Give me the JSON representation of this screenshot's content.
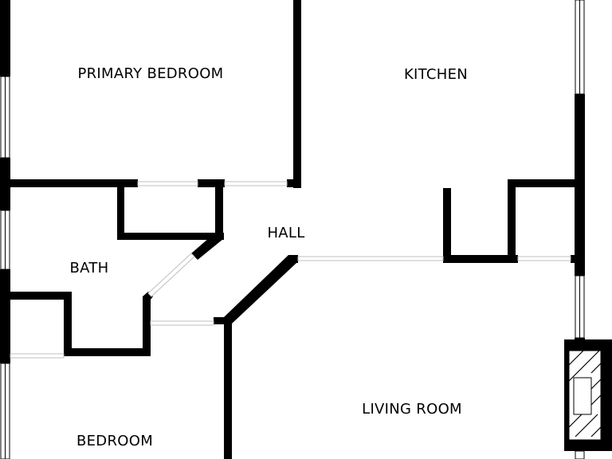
{
  "plan": {
    "rooms": [
      {
        "id": "primary-bedroom",
        "label": "PRIMARY BEDROOM"
      },
      {
        "id": "kitchen",
        "label": "KITCHEN"
      },
      {
        "id": "hall",
        "label": "HALL"
      },
      {
        "id": "bath",
        "label": "BATH"
      },
      {
        "id": "living-room",
        "label": "LIVING ROOM"
      },
      {
        "id": "bedroom",
        "label": "BEDROOM"
      }
    ]
  },
  "colors": {
    "wall": "#000000",
    "background": "#ffffff",
    "opening": "#bfbfbf"
  }
}
